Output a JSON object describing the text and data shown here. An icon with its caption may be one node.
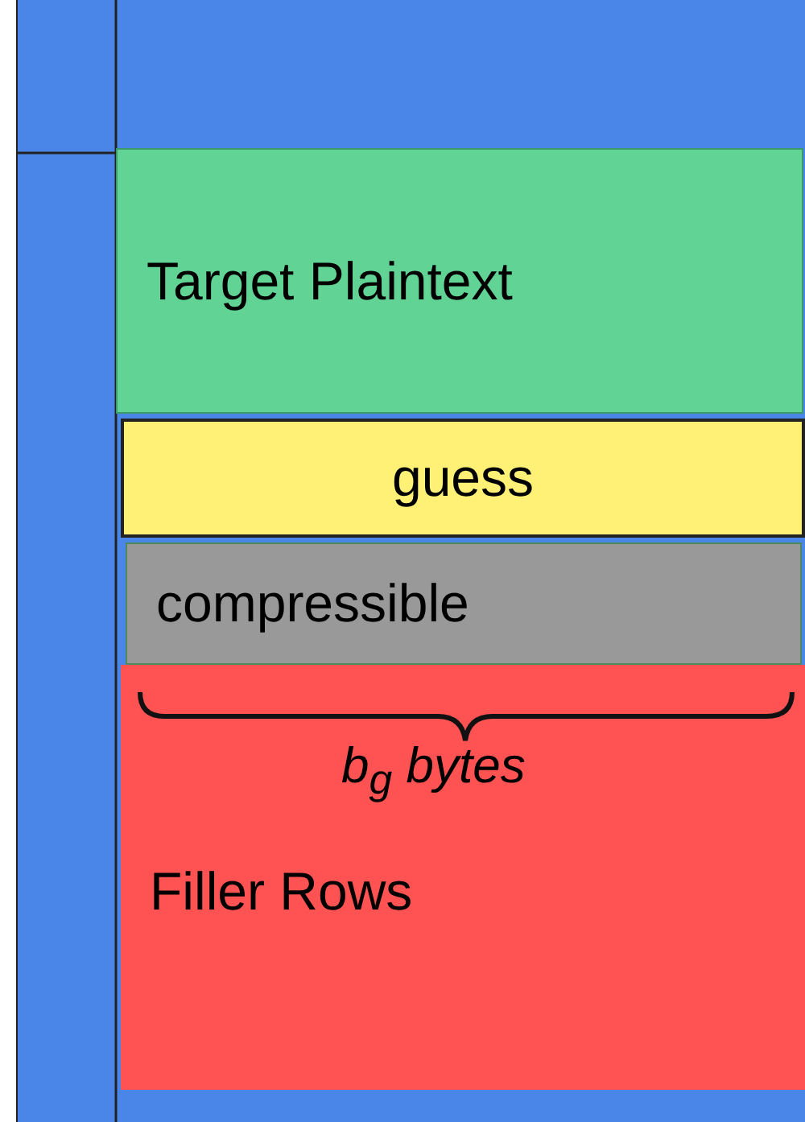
{
  "diagram": {
    "nodes": [
      {
        "text": [
          "Target Plaintext"
        ]
      },
      {
        "text": [
          "guess"
        ]
      },
      {
        "text": [
          "compressible"
        ]
      },
      {
        "text": [
          "Filler Rows"
        ]
      }
    ],
    "labels": [
      "b$_{g}$ bytes"
    ]
  }
}
